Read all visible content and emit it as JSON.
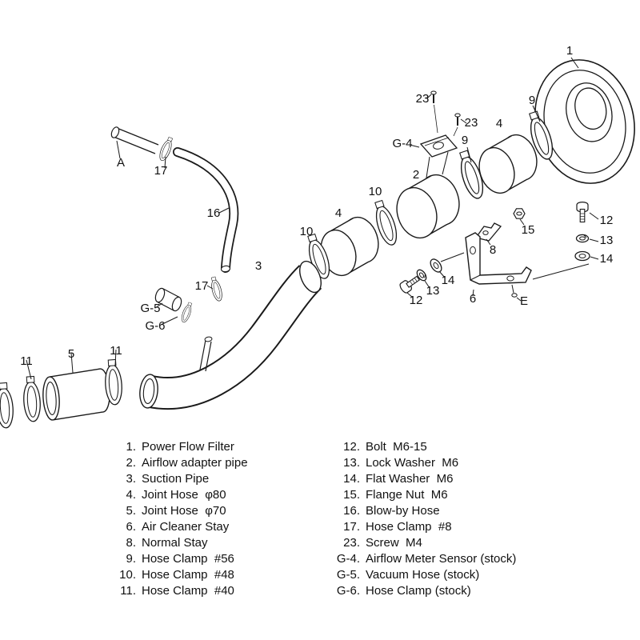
{
  "page": {
    "background": "#ffffff",
    "ink": "#1a1a1a"
  },
  "diagram": {
    "labels": [
      {
        "text": "A"
      },
      {
        "text": "17"
      },
      {
        "text": "16"
      },
      {
        "text": "G-5"
      },
      {
        "text": "G-6"
      },
      {
        "text": "17"
      },
      {
        "text": "3"
      },
      {
        "text": "11"
      },
      {
        "text": "5"
      },
      {
        "text": "11"
      },
      {
        "text": "10"
      },
      {
        "text": "4"
      },
      {
        "text": "10"
      },
      {
        "text": "2"
      },
      {
        "text": "G-4"
      },
      {
        "text": "23"
      },
      {
        "text": "23"
      },
      {
        "text": "9"
      },
      {
        "text": "4"
      },
      {
        "text": "9"
      },
      {
        "text": "1"
      },
      {
        "text": "15"
      },
      {
        "text": "8"
      },
      {
        "text": "12"
      },
      {
        "text": "13"
      },
      {
        "text": "14"
      },
      {
        "text": "14"
      },
      {
        "text": "13"
      },
      {
        "text": "12"
      },
      {
        "text": "6"
      },
      {
        "text": "E"
      }
    ]
  },
  "parts_list": {
    "left": [
      {
        "num": "1.",
        "name": "Power Flow Filter"
      },
      {
        "num": "2.",
        "name": "Airflow adapter pipe"
      },
      {
        "num": "3.",
        "name": "Suction Pipe"
      },
      {
        "num": "4.",
        "name": "Joint Hose  φ80"
      },
      {
        "num": "5.",
        "name": "Joint Hose  φ70"
      },
      {
        "num": "6.",
        "name": "Air Cleaner Stay"
      },
      {
        "num": "8.",
        "name": "Normal Stay"
      },
      {
        "num": "9.",
        "name": "Hose Clamp  #56"
      },
      {
        "num": "10.",
        "name": "Hose Clamp  #48"
      },
      {
        "num": "11.",
        "name": "Hose Clamp  #40"
      }
    ],
    "right": [
      {
        "num": "12.",
        "name": "Bolt  M6-15"
      },
      {
        "num": "13.",
        "name": "Lock Washer  M6"
      },
      {
        "num": "14.",
        "name": "Flat Washer  M6"
      },
      {
        "num": "15.",
        "name": "Flange Nut  M6"
      },
      {
        "num": "16.",
        "name": "Blow-by Hose"
      },
      {
        "num": "17.",
        "name": "Hose Clamp  #8"
      },
      {
        "num": "23.",
        "name": "Screw  M4"
      },
      {
        "num": "G-4.",
        "name": "Airflow Meter Sensor (stock)"
      },
      {
        "num": "G-5.",
        "name": "Vacuum Hose (stock)"
      },
      {
        "num": "G-6.",
        "name": "Hose Clamp (stock)"
      }
    ]
  }
}
